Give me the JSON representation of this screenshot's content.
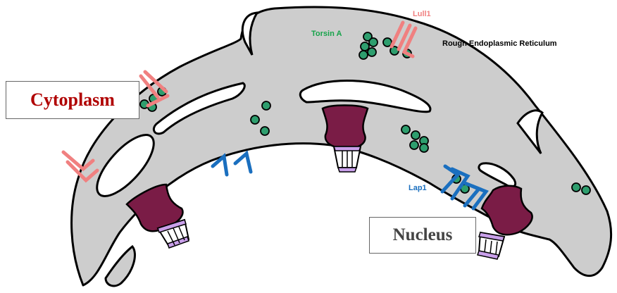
{
  "labels": {
    "cytoplasm": "Cytoplasm",
    "nucleus": "Nucleus",
    "torsin_a": "Torsin A",
    "lull1": "Lull1",
    "lap1": "Lap1",
    "rough_er": "Rough Endoplasmic Reticulum"
  },
  "colors": {
    "membrane_fill": "#cdcdcd",
    "outline": "#000000",
    "cytoplasm_text": "#b00000",
    "nucleus_text": "#444444",
    "torsin_a": "#2e9e6e",
    "torsin_a_text": "#16a34a",
    "lull1": "#f08080",
    "lap1": "#1a6fbf",
    "nuclear_pore": "#7a1c46",
    "pore_basket": "#c9a0ea"
  }
}
